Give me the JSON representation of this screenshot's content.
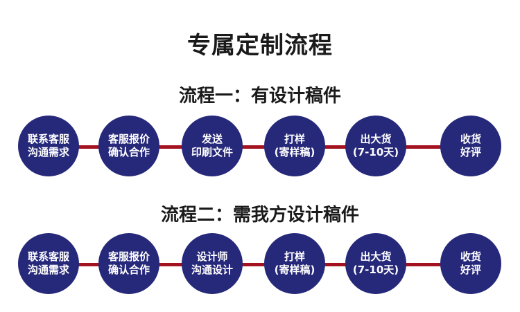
{
  "title": "专属定制流程",
  "flows": [
    {
      "heading": "流程一：有设计稿件",
      "steps": [
        {
          "lines": [
            "联系客服",
            "沟通需求"
          ]
        },
        {
          "lines": [
            "客服报价",
            "确认合作"
          ]
        },
        {
          "lines": [
            "发送",
            "印刷文件"
          ]
        },
        {
          "lines": [
            "打样",
            "(寄样稿)"
          ]
        },
        {
          "lines": [
            "出大货",
            "(7-10天)"
          ]
        },
        {
          "lines": [
            "收货",
            "好评"
          ]
        }
      ]
    },
    {
      "heading": "流程二：需我方设计稿件",
      "steps": [
        {
          "lines": [
            "联系客服",
            "沟通需求"
          ]
        },
        {
          "lines": [
            "客服报价",
            "确认合作"
          ]
        },
        {
          "lines": [
            "设计师",
            "沟通设计"
          ]
        },
        {
          "lines": [
            "打样",
            "(寄样稿)"
          ]
        },
        {
          "lines": [
            "出大货",
            "(7-10天)"
          ]
        },
        {
          "lines": [
            "收货",
            "好评"
          ]
        }
      ]
    }
  ],
  "colors": {
    "circle": "#26287a",
    "connector": "#a3121f",
    "text_dark": "#1a1a1a",
    "text_light": "#ffffff"
  }
}
